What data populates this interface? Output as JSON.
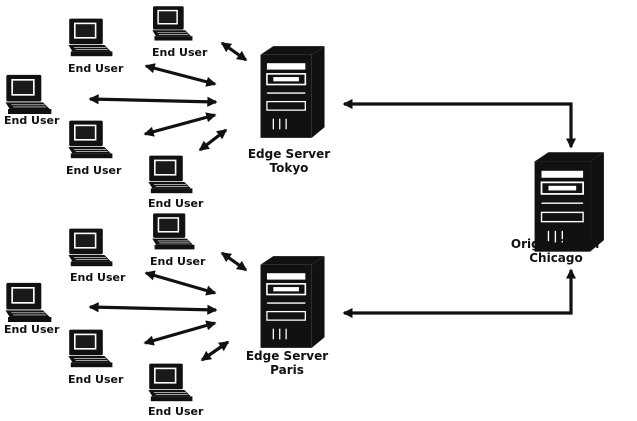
{
  "colors": {
    "ink": "#111111",
    "background": "#ffffff"
  },
  "icons": {
    "workstation": "desktop-computer-icon",
    "server": "server-tower-icon"
  },
  "origin_server": {
    "line1": "Origin Server",
    "line2": "Chicago"
  },
  "edge_servers": [
    {
      "line1": "Edge Server",
      "line2": "Tokyo"
    },
    {
      "line1": "Edge Server",
      "line2": "Paris"
    }
  ],
  "end_users": [
    {
      "label": "End User"
    },
    {
      "label": "End User"
    },
    {
      "label": "End User"
    },
    {
      "label": "End User"
    },
    {
      "label": "End User"
    },
    {
      "label": "End User"
    },
    {
      "label": "End User"
    },
    {
      "label": "End User"
    },
    {
      "label": "End User"
    },
    {
      "label": "End User"
    }
  ]
}
